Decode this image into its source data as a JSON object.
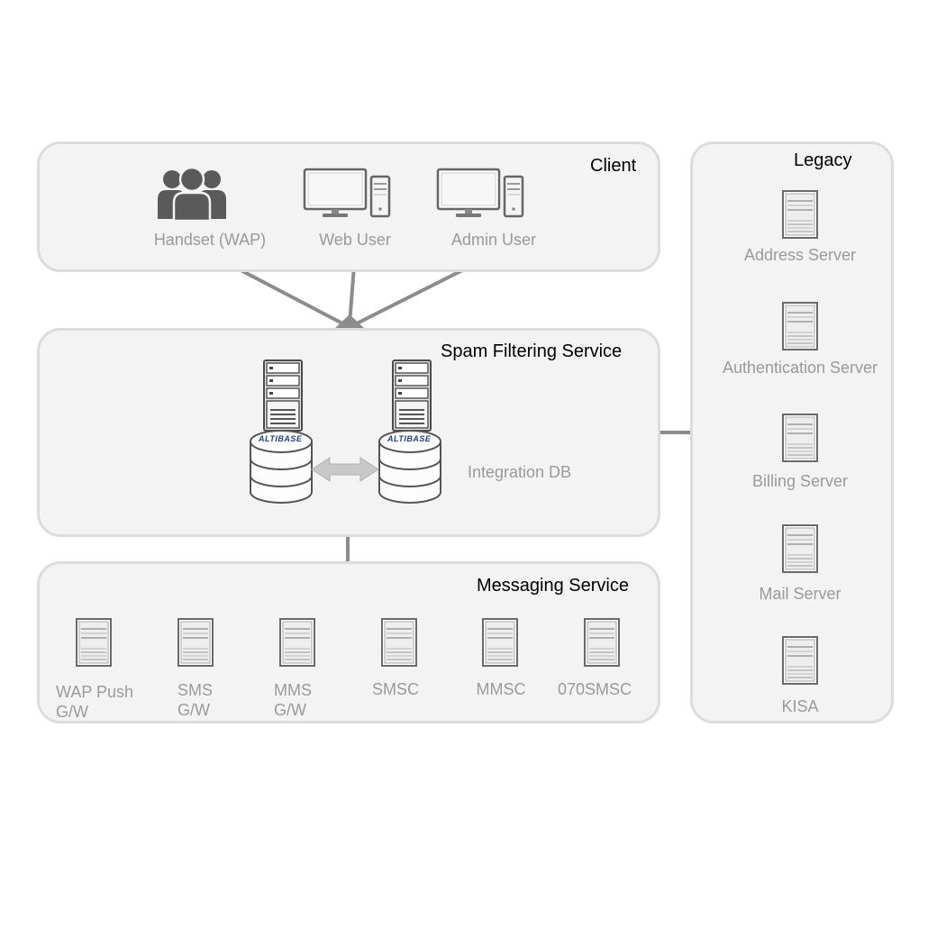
{
  "client": {
    "title": "Client",
    "items": [
      {
        "label": "Handset (WAP)",
        "icon": "users-icon"
      },
      {
        "label": "Web User",
        "icon": "desktop-computer-icon"
      },
      {
        "label": "Admin User",
        "icon": "desktop-computer-icon"
      }
    ]
  },
  "spam": {
    "title": "Spam Filtering Service",
    "db_label": "Integration DB",
    "db_brand": "ALTIBASE"
  },
  "messaging": {
    "title": "Messaging Service",
    "items": [
      {
        "line1": "WAP Push",
        "line2": "G/W"
      },
      {
        "line1": "SMS",
        "line2": "G/W"
      },
      {
        "line1": "MMS",
        "line2": "G/W"
      },
      {
        "line1": "SMSC",
        "line2": ""
      },
      {
        "line1": "MMSC",
        "line2": ""
      },
      {
        "line1": "070SMSC",
        "line2": ""
      }
    ]
  },
  "legacy": {
    "title": "Legacy",
    "items": [
      {
        "label": "Address Server"
      },
      {
        "label": "Authentication Server"
      },
      {
        "label": "Billing Server"
      },
      {
        "label": "Mail Server"
      },
      {
        "label": "KISA"
      }
    ]
  },
  "colors": {
    "panel_bg": "#f3f3f3",
    "panel_border": "#dcdcdc",
    "connector": "#8c8c8c",
    "label_text": "#9a9a9a",
    "icon_dark": "#5a5a5a",
    "brand_blue": "#1c3f94"
  }
}
